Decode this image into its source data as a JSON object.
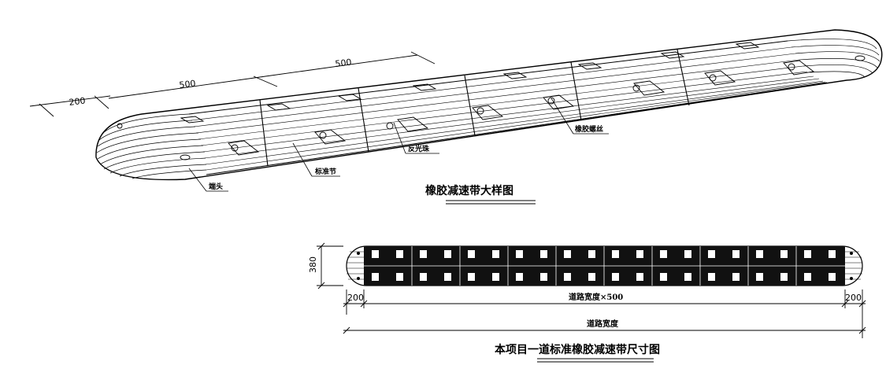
{
  "detail_view": {
    "title": "橡胶减速带大样图",
    "dim_end": "200",
    "dim_unit_1": "500",
    "dim_unit_2": "500",
    "label_end_cap": "端头",
    "label_standard_unit": "标准节",
    "label_reflector": "反光珠",
    "label_rubber_bolt": "橡胶螺丝"
  },
  "size_view": {
    "title": "本项目一道标准橡胶减速带尺寸图",
    "dim_height": "380",
    "dim_left_end": "200",
    "dim_right_end": "200",
    "dim_middle": "道路宽度×500",
    "dim_total": "道路宽度"
  }
}
